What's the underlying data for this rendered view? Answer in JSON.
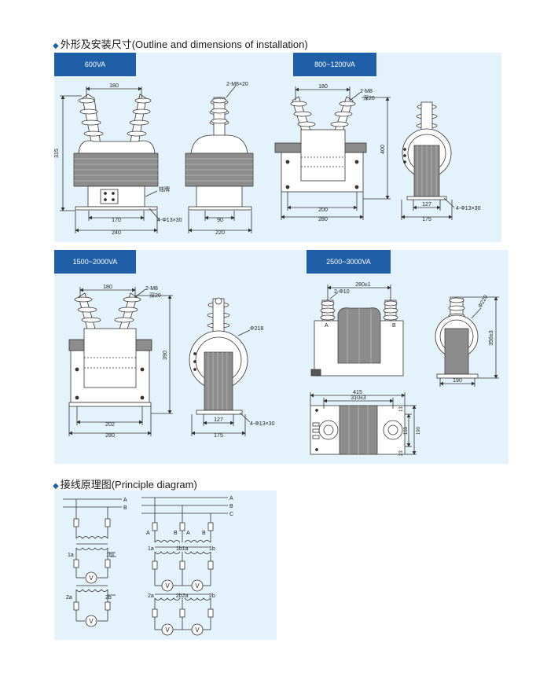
{
  "titles": {
    "outline": "外形及安装尺寸(Outline and dimensions of installation)",
    "principle": "接线原理图(Principle diagram)"
  },
  "colors": {
    "accent": "#1f5fa8",
    "panel": "#e3f2fb",
    "line": "#333333"
  },
  "variants": [
    {
      "label": "600VA"
    },
    {
      "label": "800~1200VA"
    },
    {
      "label": "1500~2000VA"
    },
    {
      "label": "2500~3000VA"
    }
  ],
  "dims": {
    "v600_front": {
      "top": "180",
      "height": "315",
      "base_inner": "170",
      "base_outer": "240",
      "nameplate": "铭牌"
    },
    "v600_side": {
      "bolt": "2-M8×20",
      "base_inner": "90",
      "base_outer": "220",
      "holes": "4-Φ13×30"
    },
    "v800_front": {
      "top": "180",
      "bolt": "2-M8",
      "depth": "深20",
      "height": "400",
      "base_inner": "200",
      "base_outer": "280"
    },
    "v800_side": {
      "base_inner": "127",
      "base_outer": "175",
      "holes": "4-Φ13×30"
    },
    "v1500_front": {
      "top": "180",
      "bolt": "2-M8",
      "depth": "深20",
      "height": "390",
      "base_inner": "202",
      "base_outer": "280"
    },
    "v1500_side": {
      "diameter": "Φ218",
      "base_inner": "127",
      "base_outer": "175",
      "holes": "4-Φ13×30"
    },
    "v2500_front": {
      "top": "280±1",
      "bolt": "2-Φ10",
      "term_a": "A",
      "term_b": "B"
    },
    "v2500_side": {
      "diameter": "Φ220",
      "height": "356±3",
      "base": "190"
    },
    "v2500_plan": {
      "outer": "415",
      "inner": "310±3",
      "h1": "13",
      "h2": "155",
      "h3": "190",
      "h4": "23"
    }
  },
  "wiring": {
    "single": {
      "bus_a": "A",
      "bus_b": "B",
      "sec1a": "1a",
      "sec1b": "1b",
      "sec2a": "2a",
      "sec2b": "2b",
      "meter": "V"
    },
    "three": {
      "bus_a": "A",
      "bus_b": "B",
      "bus_c": "C",
      "p1": "A",
      "p2": "B",
      "p3": "A",
      "p4": "B",
      "s1a": "1a",
      "s1b1a": "1b1a",
      "s1b": "1b",
      "s2a": "2a",
      "s2b2a": "2b2a",
      "s2b": "2b",
      "meter": "V"
    }
  }
}
